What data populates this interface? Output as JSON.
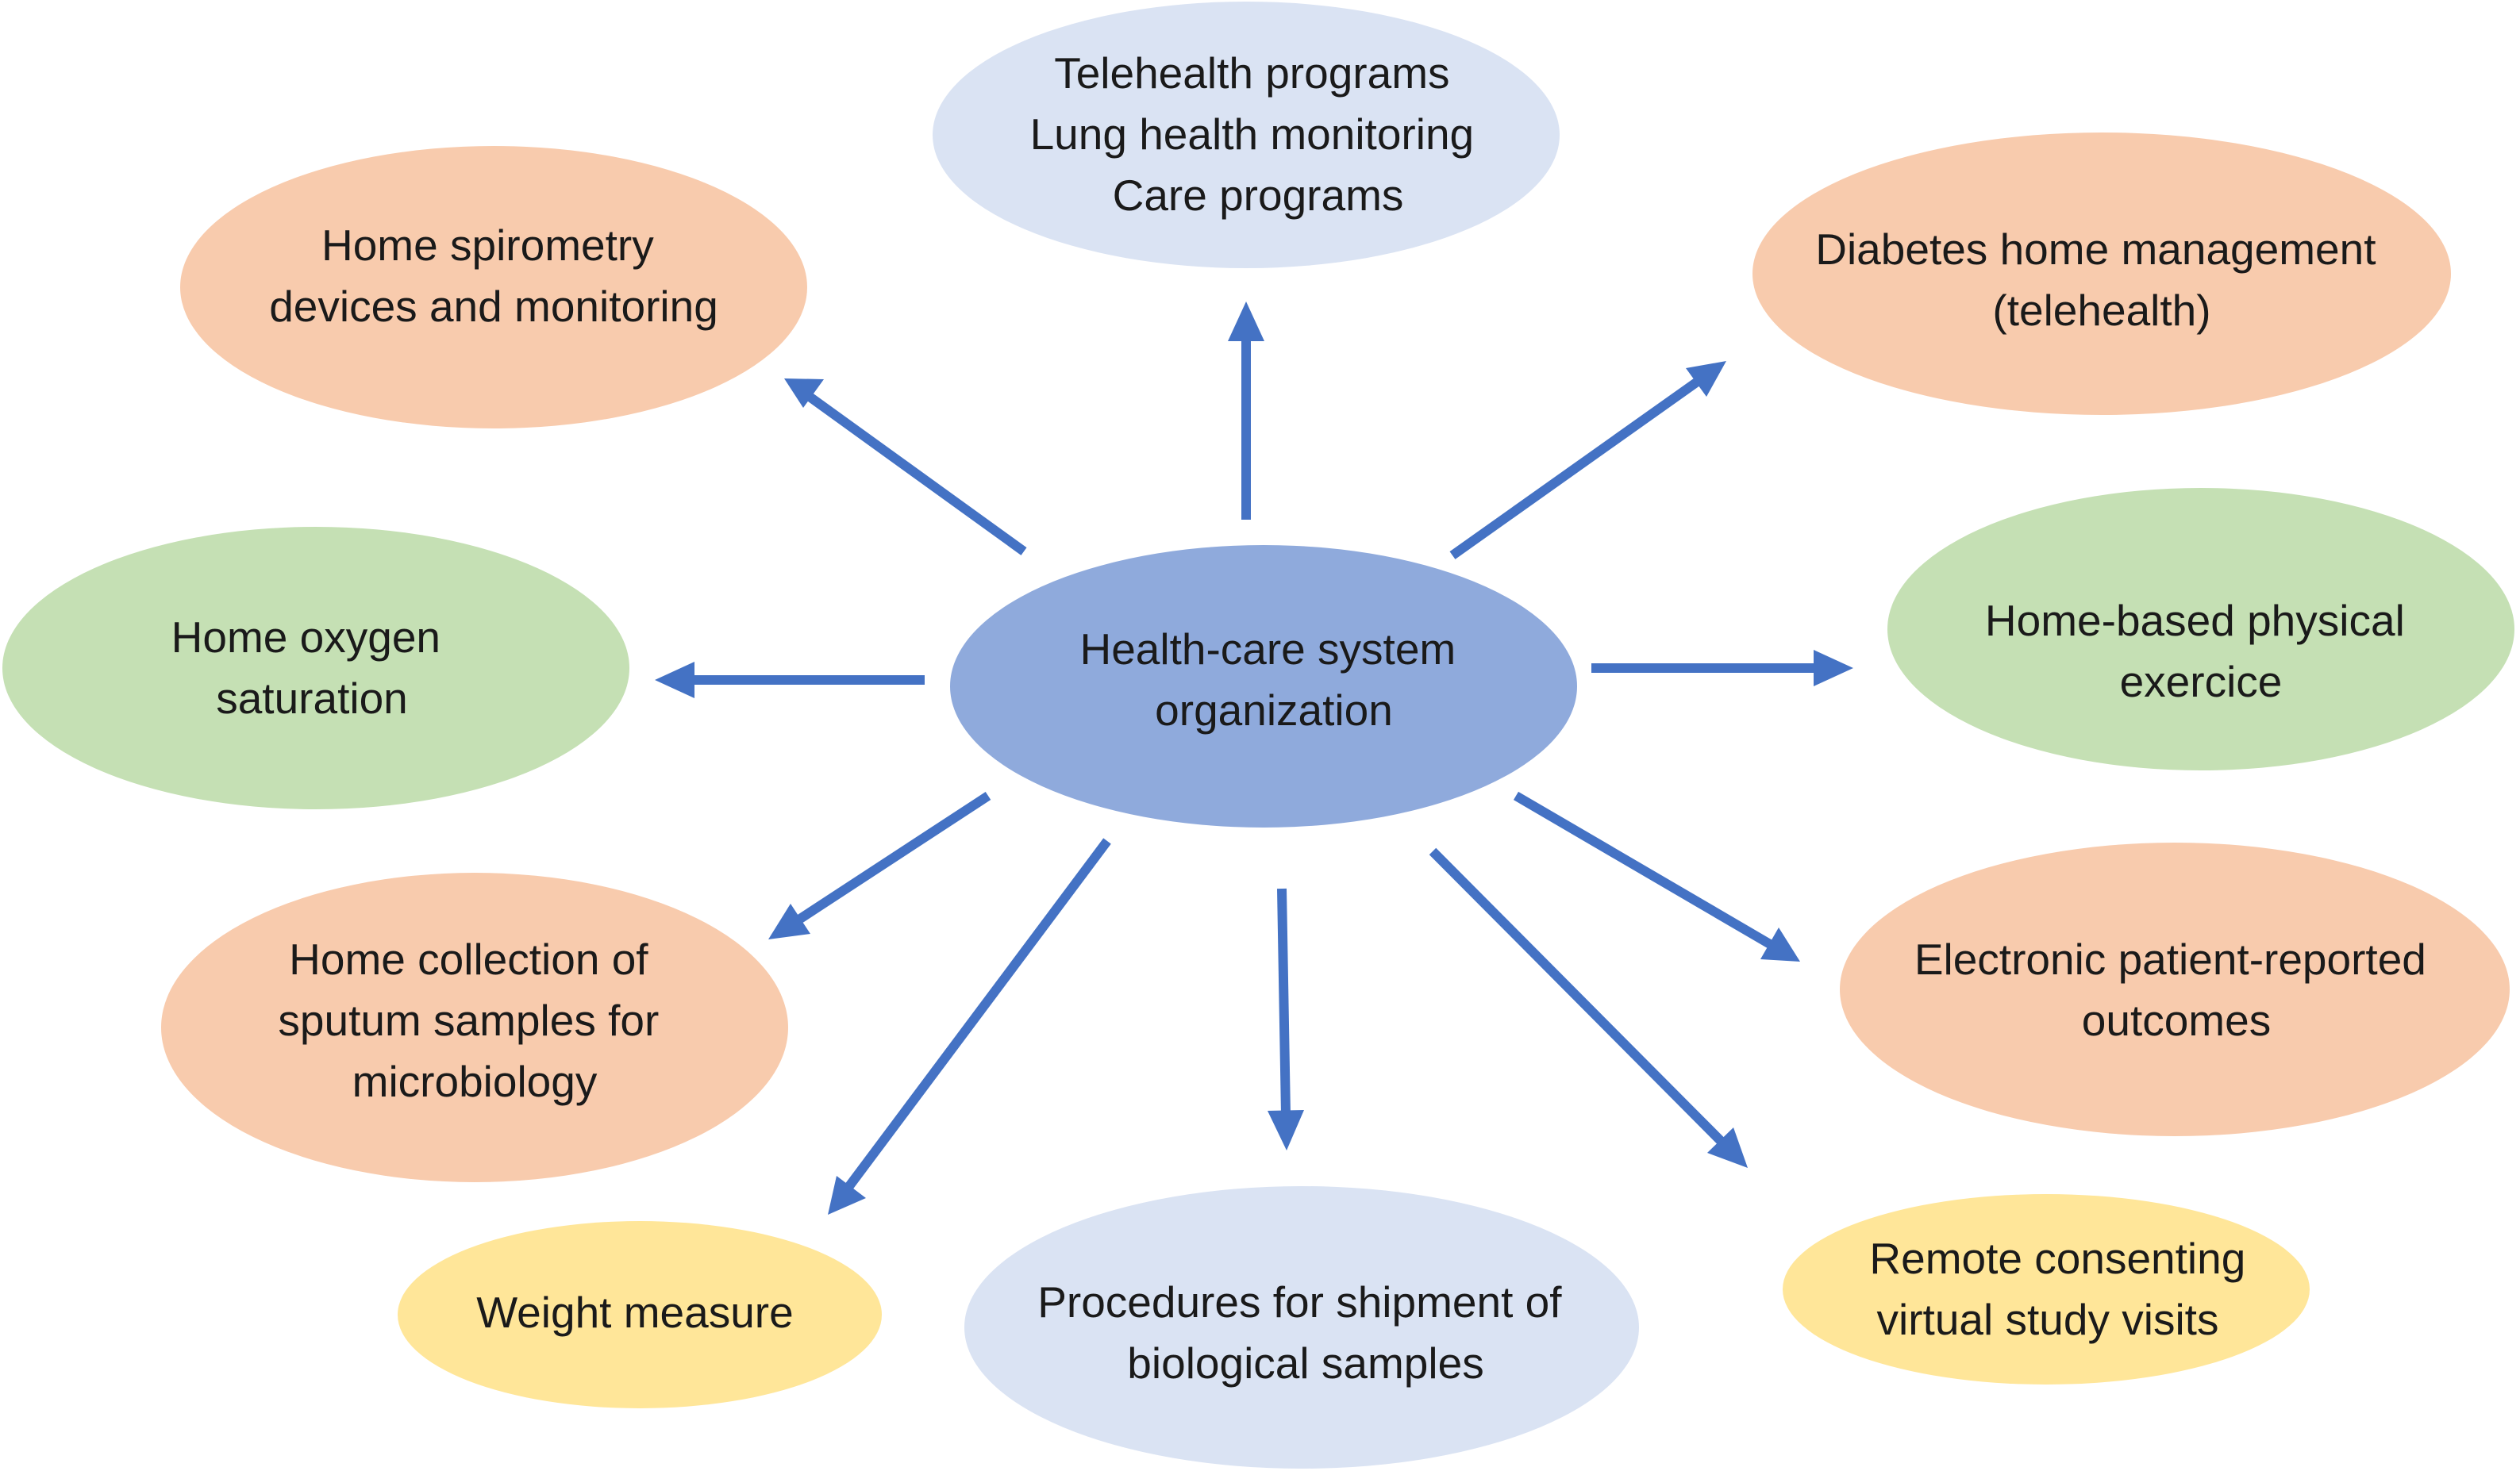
{
  "colors": {
    "center": "#8faadc",
    "blue_light": "#dae3f3",
    "orange": "#f8cbad",
    "green": "#c5e0b4",
    "yellow": "#ffe699",
    "arrow": "#4472c4",
    "text": "#1a1a1a"
  },
  "center": {
    "lines": [
      "Health-care system",
      "organization"
    ]
  },
  "nodes": [
    {
      "id": "telehealth-programs",
      "color": "blue_light",
      "lines": [
        "Telehealth programs",
        "Lung health monitoring",
        "Care programs"
      ]
    },
    {
      "id": "home-spirometry",
      "color": "orange",
      "lines": [
        "Home spirometry",
        "devices and monitoring"
      ]
    },
    {
      "id": "diabetes-home-management",
      "color": "orange",
      "lines": [
        "Diabetes home management",
        "(telehealth)"
      ]
    },
    {
      "id": "home-oxygen-saturation",
      "color": "green",
      "lines": [
        "Home oxygen",
        "saturation"
      ]
    },
    {
      "id": "home-physical-exercise",
      "color": "green",
      "lines": [
        "Home-based physical",
        "exercice"
      ]
    },
    {
      "id": "home-sputum-collection",
      "color": "orange",
      "lines": [
        "Home collection of",
        "sputum samples for",
        "microbiology"
      ]
    },
    {
      "id": "electronic-pro",
      "color": "orange",
      "lines": [
        "Electronic patient-reported",
        "outcomes"
      ]
    },
    {
      "id": "weight-measure",
      "color": "yellow",
      "lines": [
        "Weight measure"
      ]
    },
    {
      "id": "biological-shipment",
      "color": "blue_light",
      "lines": [
        "Procedures for shipment of",
        "biological samples"
      ]
    },
    {
      "id": "remote-consenting",
      "color": "yellow",
      "lines": [
        "Remote consenting",
        "virtual study visits"
      ]
    }
  ]
}
